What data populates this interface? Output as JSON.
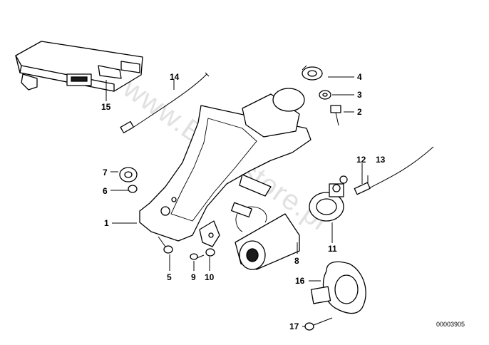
{
  "diagram": {
    "part_number": "00003905",
    "watermark": "www.BMWstore.pl",
    "callouts": [
      {
        "id": "c1",
        "label": "1"
      },
      {
        "id": "c2",
        "label": "2"
      },
      {
        "id": "c3",
        "label": "3"
      },
      {
        "id": "c4",
        "label": "4"
      },
      {
        "id": "c5",
        "label": "5"
      },
      {
        "id": "c6",
        "label": "6"
      },
      {
        "id": "c7",
        "label": "7"
      },
      {
        "id": "c8",
        "label": "8"
      },
      {
        "id": "c9",
        "label": "9"
      },
      {
        "id": "c10",
        "label": "10"
      },
      {
        "id": "c11",
        "label": "11"
      },
      {
        "id": "c12",
        "label": "12"
      },
      {
        "id": "c13",
        "label": "13"
      },
      {
        "id": "c14",
        "label": "14"
      },
      {
        "id": "c15",
        "label": "15"
      },
      {
        "id": "c16",
        "label": "16"
      },
      {
        "id": "c17",
        "label": "17"
      }
    ]
  }
}
